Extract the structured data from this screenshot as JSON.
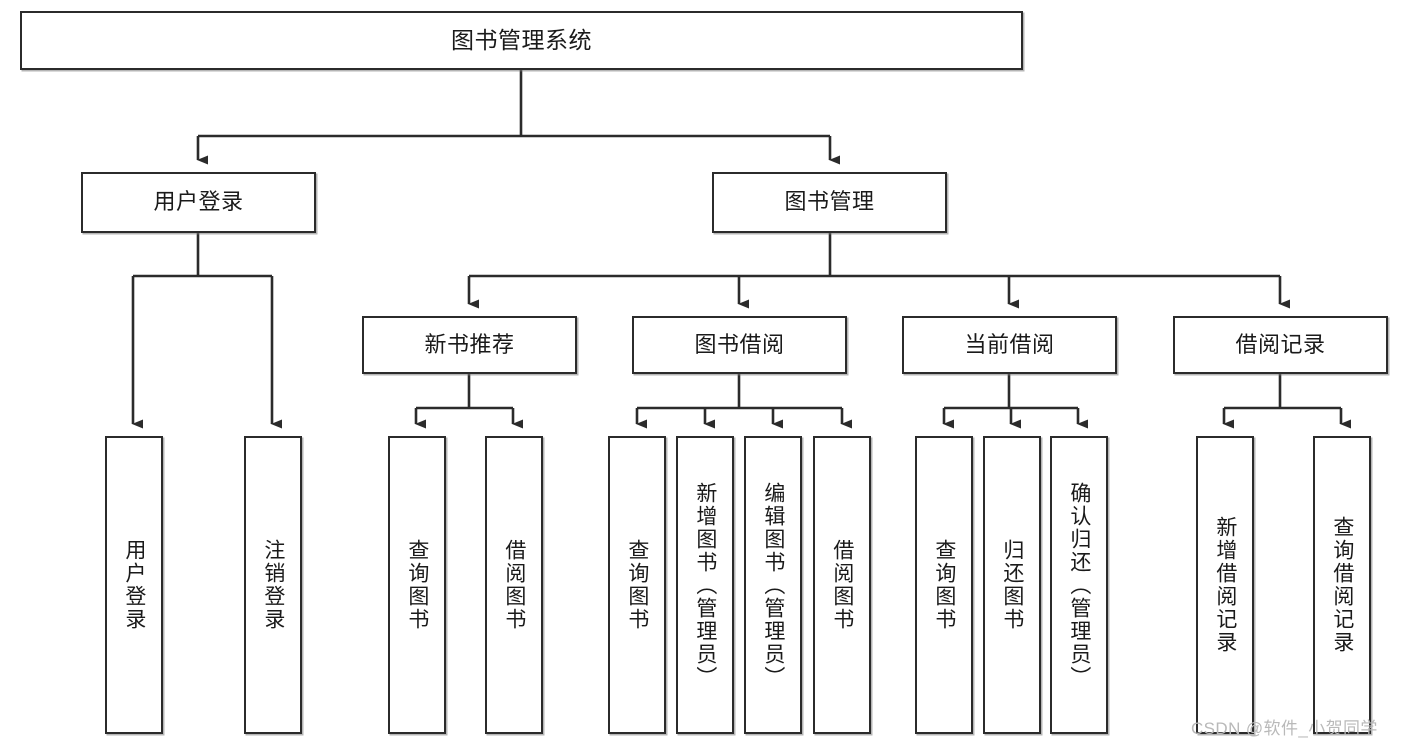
{
  "diagram": {
    "title": "图书管理系统",
    "type": "tree-hierarchy",
    "root": {
      "label": "图书管理系统"
    },
    "level2": [
      {
        "label": "用户登录"
      },
      {
        "label": "图书管理"
      }
    ],
    "level3": [
      {
        "label": "新书推荐"
      },
      {
        "label": "图书借阅"
      },
      {
        "label": "当前借阅"
      },
      {
        "label": "借阅记录"
      }
    ],
    "leaves": {
      "user_login": [
        {
          "label": "用户登录"
        },
        {
          "label": "注销登录"
        }
      ],
      "new_book_recommend": [
        {
          "label": "查询图书"
        },
        {
          "label": "借阅图书"
        }
      ],
      "book_borrow": [
        {
          "label": "查询图书"
        },
        {
          "label": "新增图书（管理员）"
        },
        {
          "label": "编辑图书（管理员）"
        },
        {
          "label": "借阅图书"
        }
      ],
      "current_borrow": [
        {
          "label": "查询图书"
        },
        {
          "label": "归还图书"
        },
        {
          "label": "确认归还（管理员）"
        }
      ],
      "borrow_record": [
        {
          "label": "新增借阅记录"
        },
        {
          "label": "查询借阅记录"
        }
      ]
    }
  },
  "watermark": {
    "text": "CSDN @软件_小贺同学"
  },
  "colors": {
    "stroke": "#2b2b2b",
    "box_fill": "#ffffff",
    "text": "#1a1a1a",
    "watermark": "#b9b9b9",
    "background": "#ffffff"
  }
}
